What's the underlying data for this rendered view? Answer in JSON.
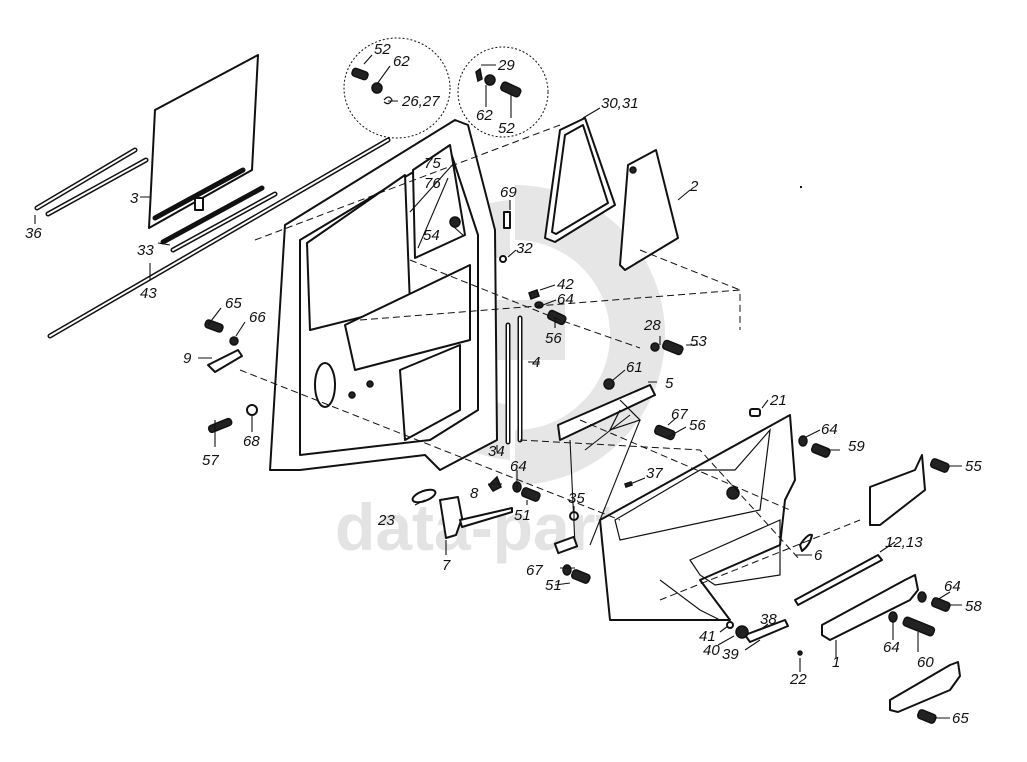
{
  "diagram": {
    "type": "exploded-parts-diagram",
    "subject": "cab door assembly",
    "watermark": "data-parts",
    "callout_circles": [
      {
        "id": "left-detail",
        "labels": [
          "52",
          "62",
          "26,27"
        ]
      },
      {
        "id": "right-detail",
        "labels": [
          "29",
          "62",
          "52"
        ]
      }
    ],
    "labels": {
      "l1": "1",
      "l2": "2",
      "l3": "3",
      "l4": "4",
      "l5": "5",
      "l6": "6",
      "l7": "7",
      "l8": "8",
      "l9": "9",
      "l12_13": "12,13",
      "l21": "21",
      "l22": "22",
      "l23": "23",
      "l26_27": "26,27",
      "l28": "28",
      "l29": "29",
      "l30_31": "30,31",
      "l32": "32",
      "l33": "33",
      "l34": "34",
      "l35": "35",
      "l36": "36",
      "l37": "37",
      "l38": "38",
      "l39": "39",
      "l40": "40",
      "l41": "41",
      "l42": "42",
      "l43": "43",
      "l51a": "51",
      "l51b": "51",
      "l52a": "52",
      "l52b": "52",
      "l53": "53",
      "l54": "54",
      "l55": "55",
      "l56a": "56",
      "l56b": "56",
      "l57": "57",
      "l58": "58",
      "l59": "59",
      "l60": "60",
      "l61": "61",
      "l62a": "62",
      "l62b": "62",
      "l64a": "64",
      "l64b": "64",
      "l64c": "64",
      "l64d": "64",
      "l64e": "64",
      "l65a": "65",
      "l65b": "65",
      "l66": "66",
      "l67a": "67",
      "l67b": "67",
      "l68": "68",
      "l69": "69",
      "l75": "75",
      "l76": "76"
    }
  }
}
